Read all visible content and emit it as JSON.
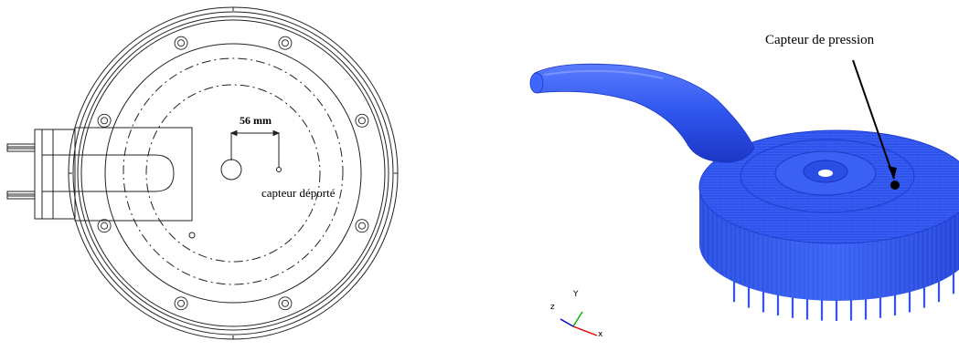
{
  "left_drawing": {
    "dimension_label": "56 mm",
    "sensor_label": "capteur déporté"
  },
  "right_model": {
    "sensor_label": "Capteur de pression",
    "axes": {
      "x": "x",
      "y": "Y",
      "z": "z"
    },
    "colors": {
      "model": "#2f55ee",
      "model_dark": "#1f3ccc",
      "sensor_dot": "#000000"
    }
  }
}
